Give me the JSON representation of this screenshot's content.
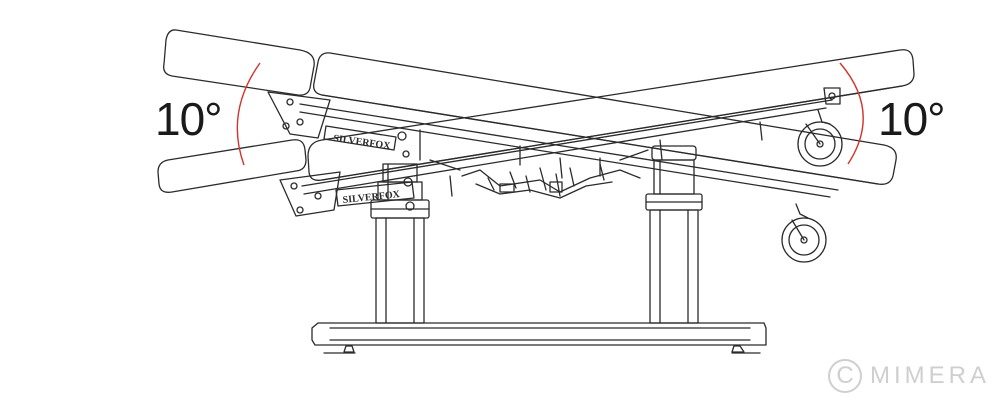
{
  "angles": {
    "left_label": "10°",
    "right_label": "10°"
  },
  "brand": {
    "label_upper": "SILVERFOX",
    "label_lower": "SILVERFOX"
  },
  "watermark": {
    "glyph": "C",
    "text": "MIMERA"
  },
  "colors": {
    "line": "#2b2b2b",
    "arc": "#d0342c",
    "watermark": "#cfcfcf",
    "background": "#ffffff"
  }
}
